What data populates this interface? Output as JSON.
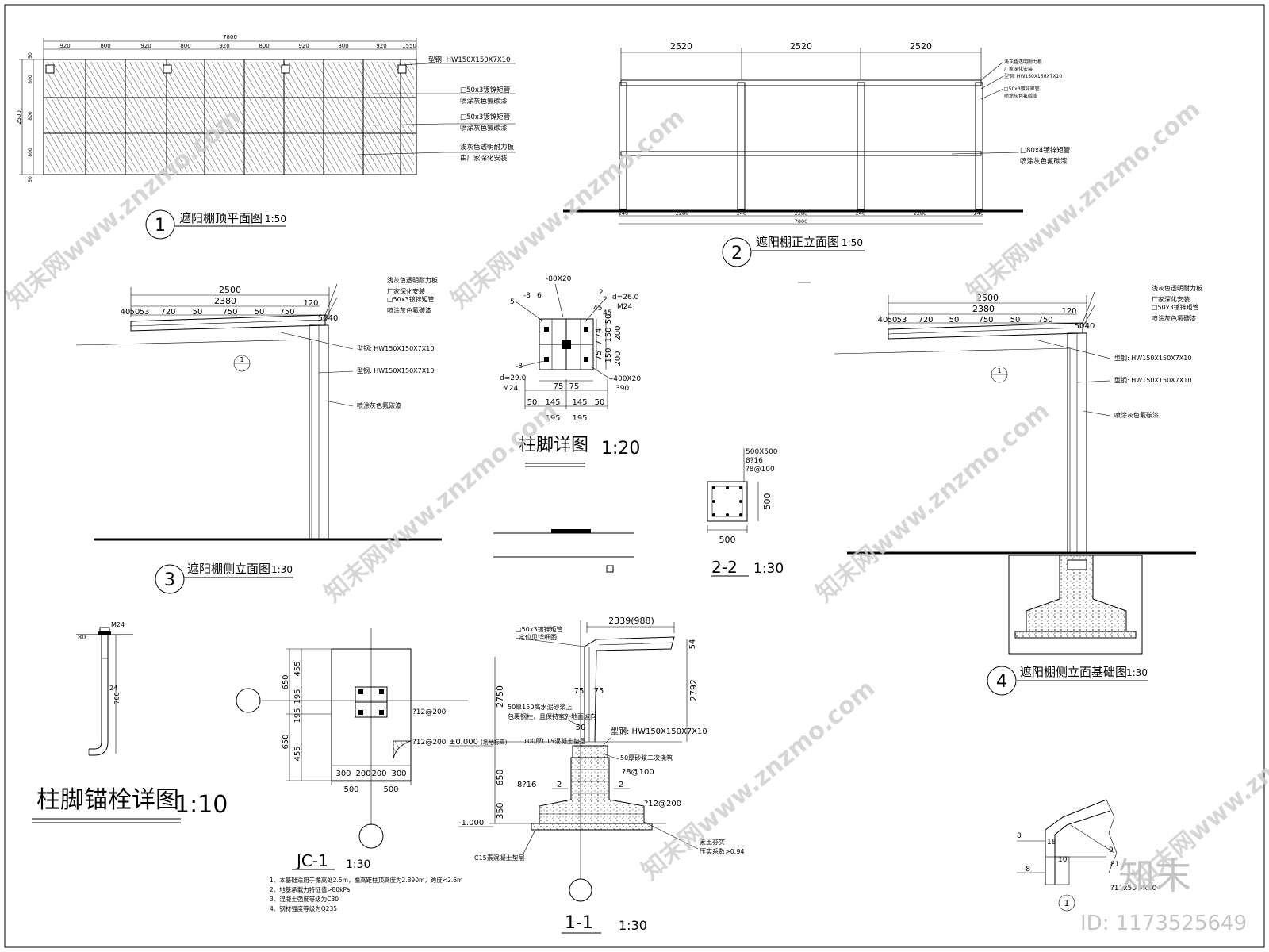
{
  "titles": {
    "t1_num": "1",
    "t1": "遮阳棚顶平面图",
    "t1_scale": "1:50",
    "t2_num": "2",
    "t2": "遮阳棚正立面图",
    "t2_scale": "1:50",
    "t3_num": "3",
    "t3": "遮阳棚侧立面图",
    "t3_scale": "1:30",
    "t4_num": "4",
    "t4": "遮阳棚侧立面基础图",
    "t4_scale": "1:30",
    "foot": "柱脚详图",
    "foot_scale": "1:20",
    "bolt": "柱脚锚栓详图",
    "bolt_scale": "1:10",
    "jc": "JC-1",
    "jc_scale": "1:30",
    "s11": "1-1",
    "s11_scale": "1:30",
    "s22": "2-2",
    "s22_scale": "1:30",
    "detail_num": "1"
  },
  "plan": {
    "total": "7800",
    "spans": [
      "920",
      "800",
      "920",
      "800",
      "920",
      "800",
      "920",
      "800",
      "920",
      "1550"
    ],
    "left_dims": [
      "50",
      "800",
      "800",
      "800",
      "50"
    ],
    "height": "2500",
    "labels": [
      "型钢: HW150X150X7X10",
      "□50x3镀锌矩管",
      "喷涂灰色氟碳漆",
      "□50x3镀锌矩管",
      "喷涂灰色氟碳漆",
      "浅灰色透明耐力板",
      "由厂家深化安装"
    ]
  },
  "front": {
    "top": [
      "2520",
      "2520",
      "2520"
    ],
    "bottom": [
      "240",
      "2280",
      "240",
      "2280",
      "240",
      "2280",
      "240"
    ],
    "total": "7800",
    "labels": [
      "浅灰色透明耐力板",
      "厂家深化安装",
      "型钢: HW150X150X7X10",
      "□50x3镀锌矩管",
      "喷涂灰色氟碳漆",
      "□80x4镀锌矩管",
      "喷涂灰色氟碳漆"
    ]
  },
  "side": {
    "top": "2500",
    "second": "2380",
    "dims": [
      "40",
      "50",
      "53",
      "720",
      "50",
      "750",
      "50",
      "750",
      "120",
      "50",
      "40"
    ],
    "labels": [
      "浅灰色透明耐力板",
      "厂家深化安装",
      "□50x3镀锌矩管",
      "喷涂灰色氟碳漆",
      "型钢: HW150X150X7X10",
      "型钢: HW150X150X7X10",
      "喷涂灰色氟碳漆"
    ],
    "marker": "1"
  },
  "foot": {
    "plate": "-80X20",
    "p8a": "-8",
    "p6": "6",
    "p5": "5",
    "p2a": "2",
    "p2b": "2",
    "p45a": "45",
    "p45b": "45",
    "d26": "d=26.0",
    "m24a": "M24",
    "p8b": "-8",
    "d29": "d=29.0",
    "m24b": "M24",
    "v1": "200",
    "v2": "150",
    "v3": "50",
    "v4": "150",
    "v5": "200",
    "d75a": "75",
    "d75b": "75",
    "d50a": "50",
    "d145a": "145",
    "d145b": "145",
    "d50b": "50",
    "d195a": "195",
    "d195b": "195",
    "pl2": "-400X20",
    "d390": "390",
    "m74": "74",
    "m75": "75",
    "m7": "7"
  },
  "s22": {
    "spec1": "500X500",
    "spec2": "8?16",
    "spec3": "?8@100",
    "w": "500",
    "h": "500"
  },
  "bolt": {
    "m24": "M24",
    "d80": "80",
    "d24": "24",
    "d700": "700"
  },
  "jc": {
    "v650a": "650",
    "v455a": "455",
    "v195a": "195",
    "v195b": "195",
    "v650b": "650",
    "v455b": "455",
    "bar1": "?12@200",
    "bar2": "?12@200",
    "h300a": "300",
    "h200a": "200",
    "h200b": "200",
    "h300b": "300",
    "h500a": "500",
    "h500b": "500",
    "notes": [
      "1、本基础适用于檐高处2.5m，檐高距柱顶高度为2.890m，跨度<2.6m",
      "2、地基承载力特征值>80kPa",
      "3、混凝土强度等级为C30",
      "4、钢材强度等级为Q235"
    ]
  },
  "s11": {
    "top": "2339(988)",
    "d54": "54",
    "d2750": "2750",
    "d2792": "2792",
    "d75a": "75",
    "d75b": "75",
    "d50": "50",
    "tube": "□50x3镀锌矩管",
    "tube2": "定位见详细图",
    "n1": "50厚150高水泥砂浆上",
    "n2": "包裹钢柱，且保持室外地面坡向",
    "steel": "型钢: HW150X150X7X10",
    "lvl0": "±0.000",
    "lvl0note": "(场地标高)",
    "c15": "100厚C15混凝土垫层",
    "grout": "50厚砂浆二次浇筑",
    "bar8": "?8@100",
    "d650": "650",
    "bar816": "8?16",
    "m2a": "2",
    "m2b": "2",
    "bar12": "?12@200",
    "lvl1": "-1.000",
    "d350": "350",
    "soil1": "素土夯实",
    "soil2": "压实系数>0.94",
    "c15b": "C15素混凝土垫层"
  },
  "detail": {
    "p8a": "8",
    "p8b": "-8",
    "p9": "9",
    "p10": "10",
    "p18": "18",
    "p81": "81",
    "spec": "?11x50 7x10"
  },
  "watermark": {
    "text": "知末网www.znzmo.com",
    "logo": "知末",
    "id": "ID: 1173525649"
  }
}
